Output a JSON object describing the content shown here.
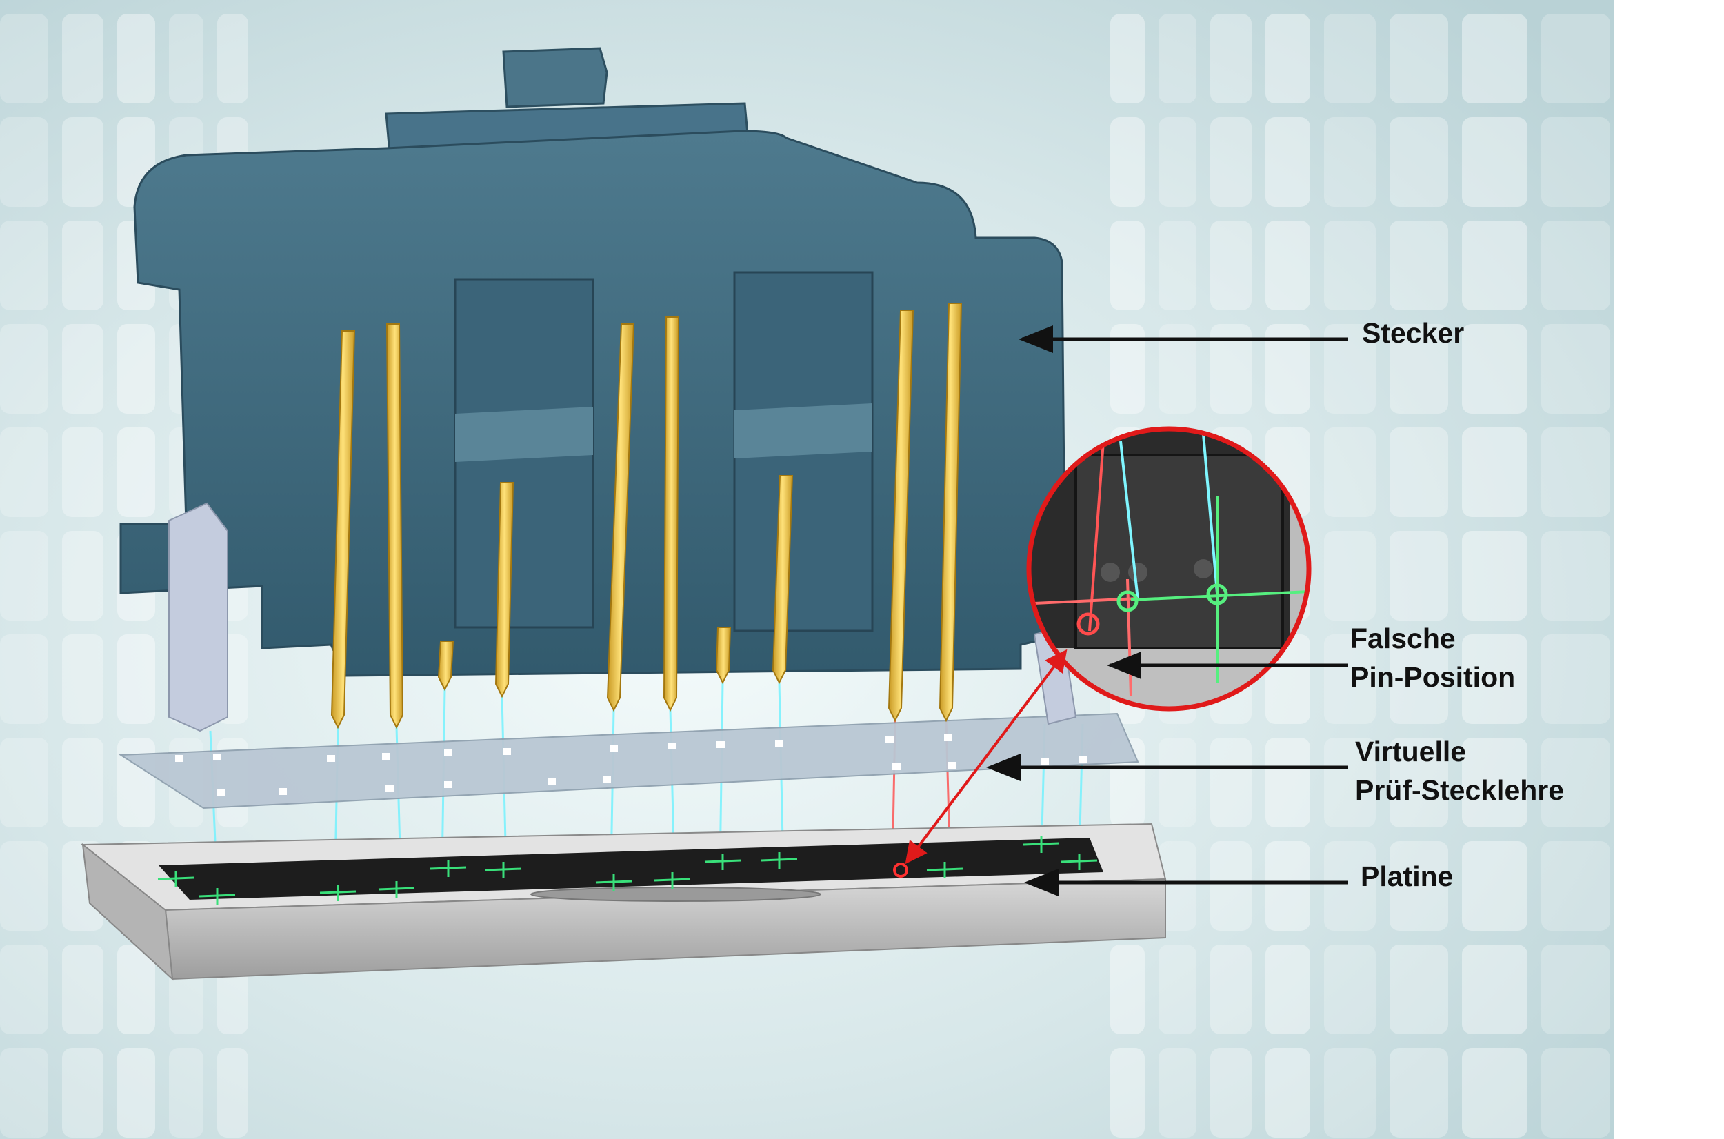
{
  "labels": {
    "stecker": "Stecker",
    "falsche_line1": "Falsche",
    "falsche_line2": "Pin-Position",
    "virtuelle_line1": "Virtuelle",
    "virtuelle_line2": "Prüf-Stecklehre",
    "platine": "Platine"
  },
  "colors": {
    "background": "#cfe2e4",
    "connector_body": "#3f6a80",
    "pins": "#e8c25a",
    "gauge_plate": "#b8c6d2",
    "board": "#c8c8c8",
    "ok_marker": "#39e07a",
    "error_marker": "#e8282a",
    "laser_line": "#6ef2ff",
    "zoom_ring": "#e01a1a"
  }
}
